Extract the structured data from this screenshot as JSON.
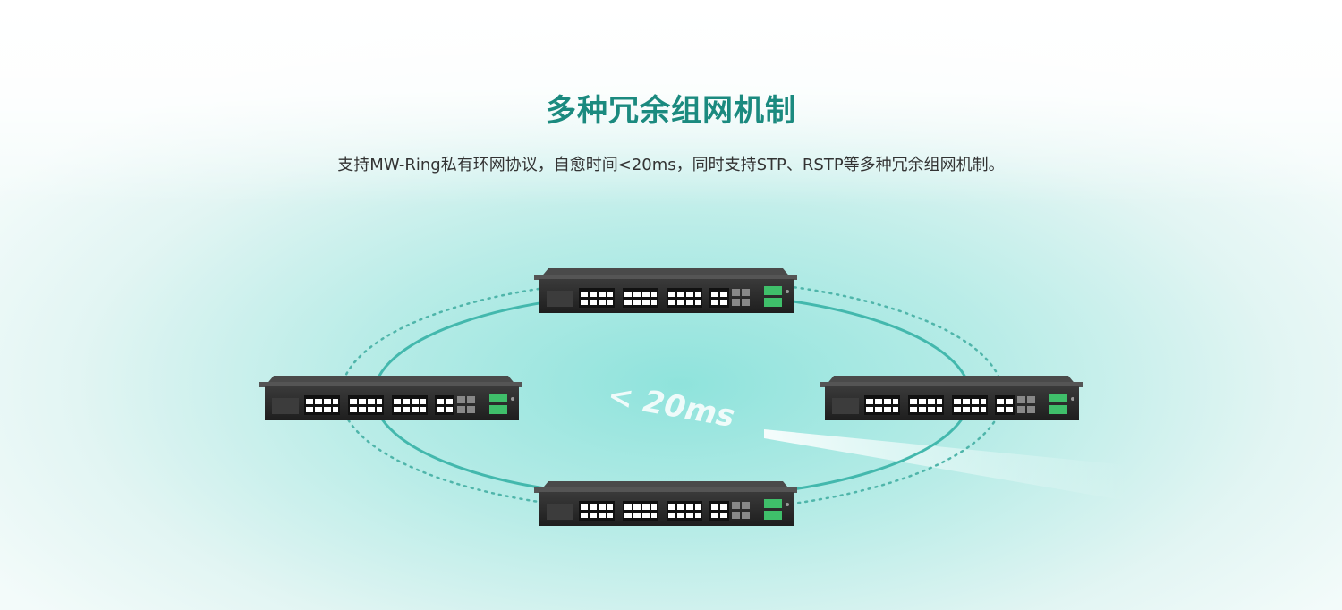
{
  "header": {
    "title": "多种冗余组网机制",
    "subtitle": "支持MW-Ring私有环网协议，自愈时间<20ms，同时支持STP、RSTP等多种冗余组网机制。"
  },
  "diagram": {
    "latency_label": "< 20ms",
    "nodes": [
      "top",
      "left",
      "right",
      "bottom"
    ],
    "colors": {
      "title": "#1b8a7f",
      "ring": "#43b8ad",
      "dots": "#4fb5aa",
      "device_body": "#2b2b2b",
      "terminal": "#3fbf6a"
    }
  }
}
